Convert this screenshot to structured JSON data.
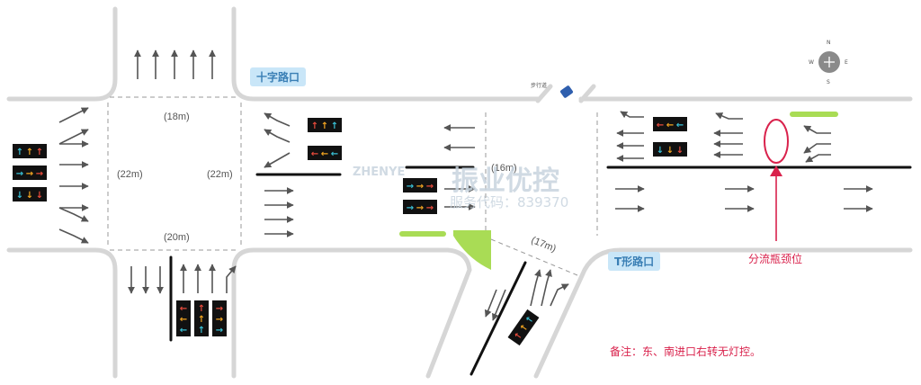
{
  "labels": {
    "crossroad": "十字路口",
    "t_junction": "T形路口",
    "bottleneck": "分流瓶颈位",
    "note": "备注：东、南进口右转无灯控。",
    "dist_north": "(18m)",
    "dist_west": "(22m)",
    "dist_east": "(22m)",
    "dist_south": "(20m)",
    "dist_mid": "(16m)",
    "dist_diag": "(17m)",
    "compass_n": "N",
    "compass_s": "S",
    "compass_w": "W",
    "compass_e": "E",
    "walkway": "步行道"
  },
  "watermark": {
    "brand": "振业优控",
    "phone": "服务代码：839370",
    "latin": "ZHENYE"
  },
  "colors": {
    "road_edge": "#d6d6d6",
    "arrow": "#555555",
    "stop_line": "#111111",
    "green_island": "#a9dc55",
    "accent_red": "#d9224c",
    "tag_bg": "#c9e6f8",
    "tag_text": "#3a7fb5",
    "signal_red": "#e84b3c",
    "signal_yellow": "#f2a521",
    "signal_cyan": "#39c1d6"
  }
}
